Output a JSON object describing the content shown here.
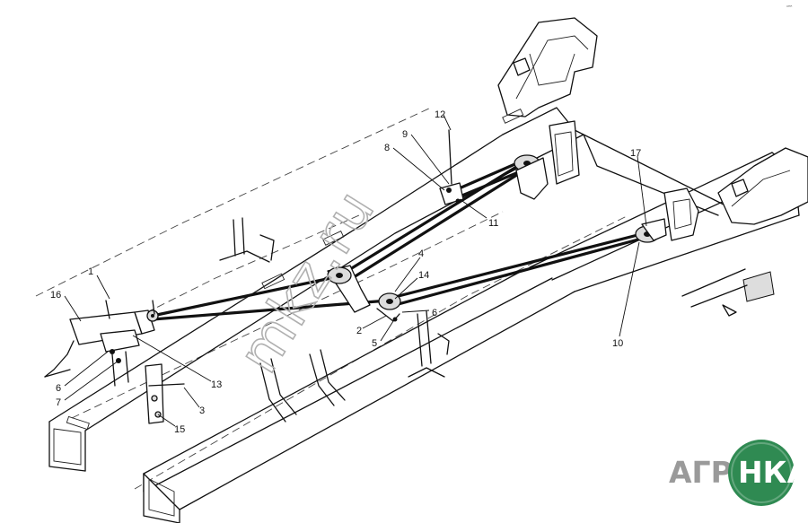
{
  "callouts": [
    {
      "id": "c1",
      "label": "1"
    },
    {
      "id": "c2",
      "label": "2"
    },
    {
      "id": "c3",
      "label": "3"
    },
    {
      "id": "c4",
      "label": "4"
    },
    {
      "id": "c5",
      "label": "5"
    },
    {
      "id": "c6a",
      "label": "6"
    },
    {
      "id": "c6b",
      "label": "6"
    },
    {
      "id": "c7",
      "label": "7"
    },
    {
      "id": "c8",
      "label": "8"
    },
    {
      "id": "c9",
      "label": "9"
    },
    {
      "id": "c10",
      "label": "10"
    },
    {
      "id": "c11",
      "label": "11"
    },
    {
      "id": "c12",
      "label": "12"
    },
    {
      "id": "c13",
      "label": "13"
    },
    {
      "id": "c14",
      "label": "14"
    },
    {
      "id": "c15",
      "label": "15"
    },
    {
      "id": "c16",
      "label": "16"
    },
    {
      "id": "c17",
      "label": "17"
    }
  ],
  "watermark": {
    "text": "mkz.ru"
  },
  "logo": {
    "left": "АГРО",
    "badge": "НКА",
    "badge_color": "#2f8a52",
    "text_color": "#9a9a9a"
  },
  "corner_mark": "⁰ᴿᴿ"
}
